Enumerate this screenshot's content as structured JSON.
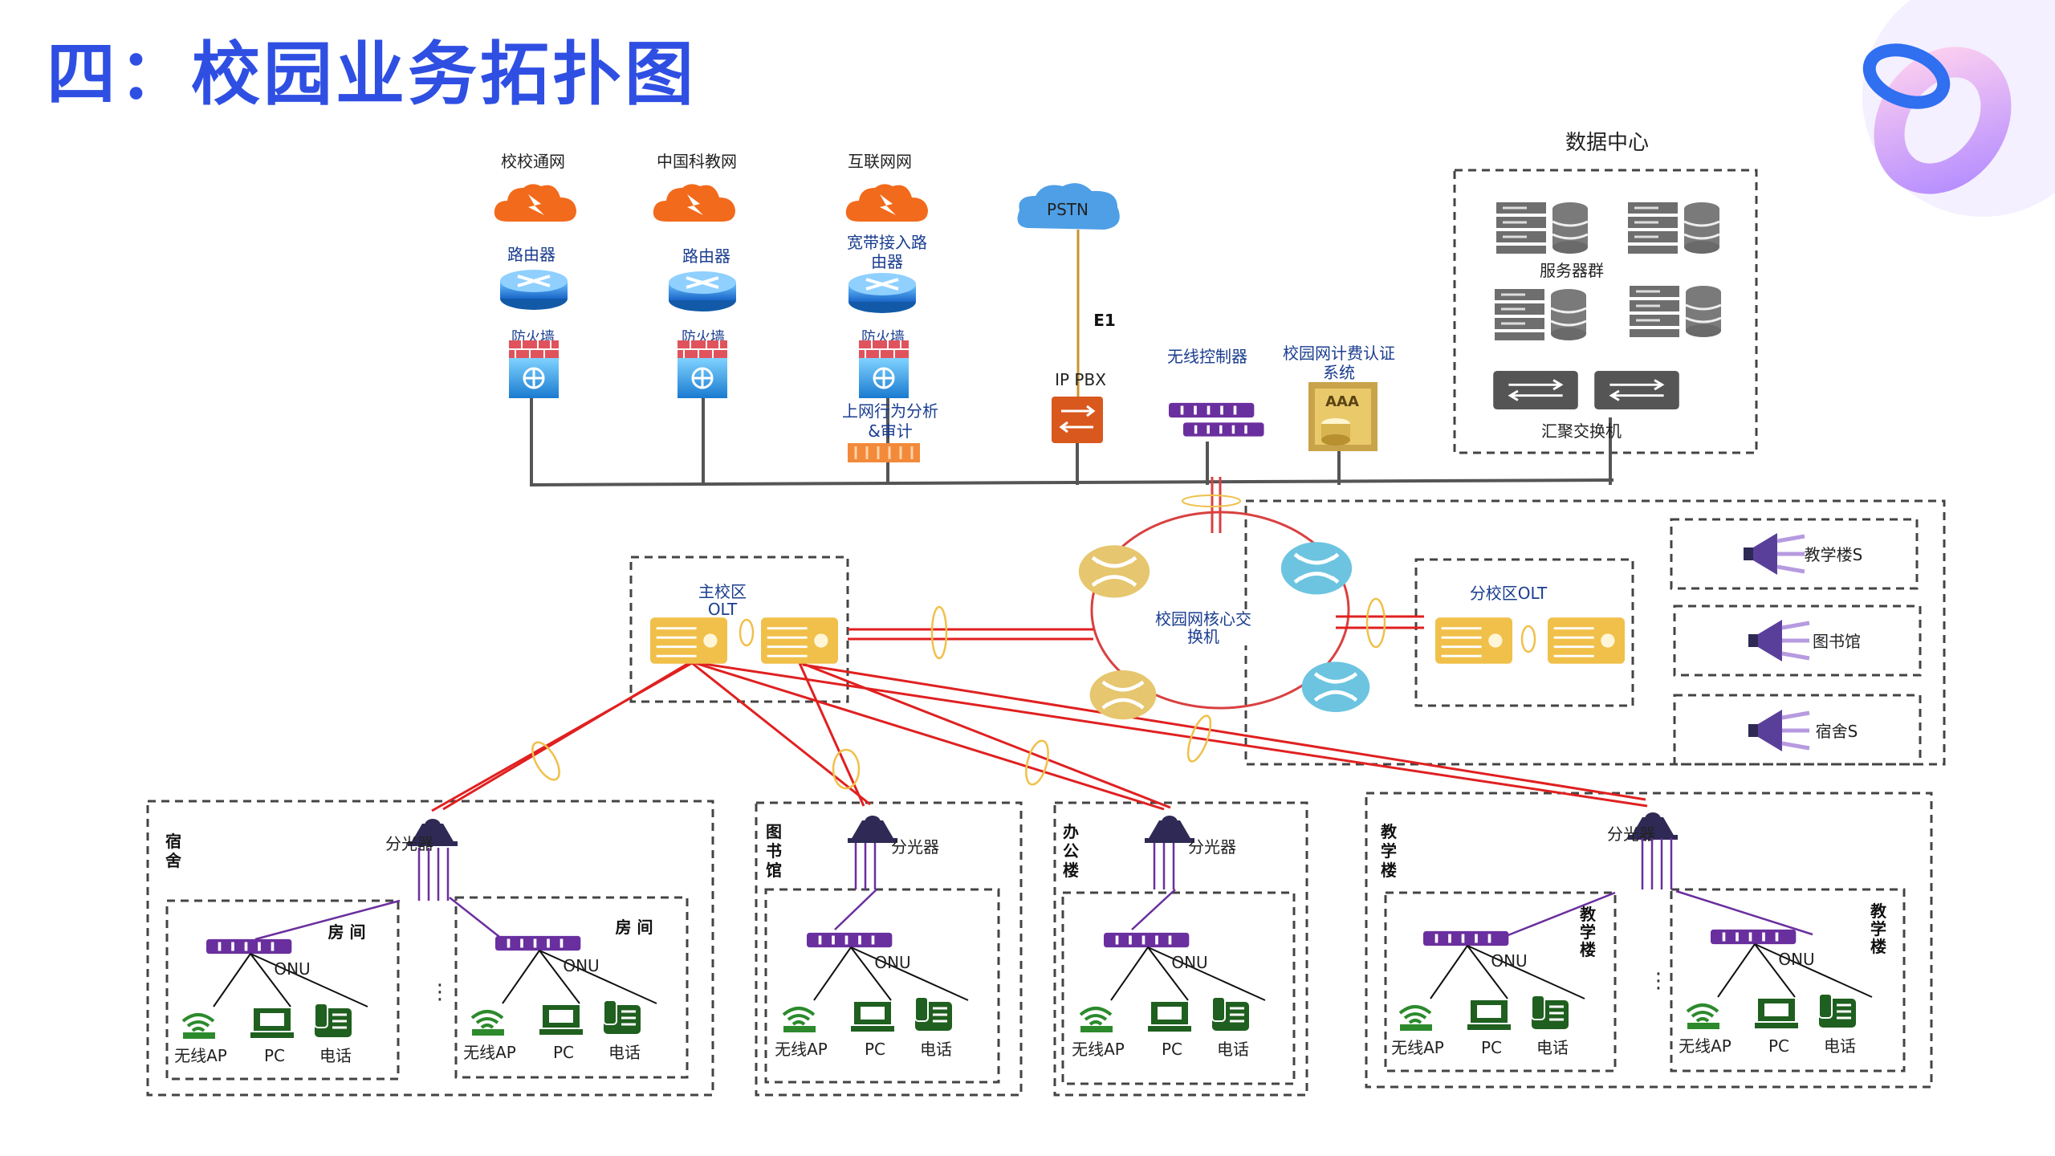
{
  "title": "四：校园业务拓扑图",
  "colors": {
    "title": "#2f4fe3",
    "link": "#e02020",
    "trunk": "#555555",
    "router": "#1f8fe0",
    "cloud": "#f26a1b",
    "olt": "#f0c04a",
    "onu": "#6a2f9e",
    "ring": "#d94040"
  },
  "top": {
    "uplink1": {
      "net": "校校通网",
      "router": "路由器",
      "firewall": "防火墙"
    },
    "uplink2": {
      "net": "中国科教网",
      "router": "路由器",
      "firewall": "防火墙"
    },
    "uplink3": {
      "net": "互联网网",
      "router": "宽带接入路由器",
      "firewall": "防火墙",
      "audit": "上网行为分析&审计"
    },
    "pstn": {
      "cloud": "PSTN",
      "e1": "E1",
      "pbx": "IP PBX"
    },
    "wireless_controller": "无线控制器",
    "aaa": {
      "label": "校园网计费认证系统",
      "text": "AAA"
    }
  },
  "datacenter": {
    "title": "数据中心",
    "servers": "服务器群",
    "switches": "汇聚交换机"
  },
  "core": {
    "label": "校园网核心交换机"
  },
  "main_olt": {
    "label": "主校区OLT"
  },
  "branch_olt": {
    "label": "分校区OLT"
  },
  "branch_items": [
    "教学楼S",
    "图书馆",
    "宿舍S"
  ],
  "splitter": "分光器",
  "onu": "ONU",
  "terminals": {
    "ap": "无线AP",
    "pc": "PC",
    "phone": "电话"
  },
  "buildings": {
    "dorm": {
      "name": "宿舍",
      "room": "房 间"
    },
    "library": {
      "name": "图书馆"
    },
    "office": {
      "name": "办公楼"
    },
    "teaching": {
      "name": "教学楼",
      "sub": "教学楼"
    }
  }
}
